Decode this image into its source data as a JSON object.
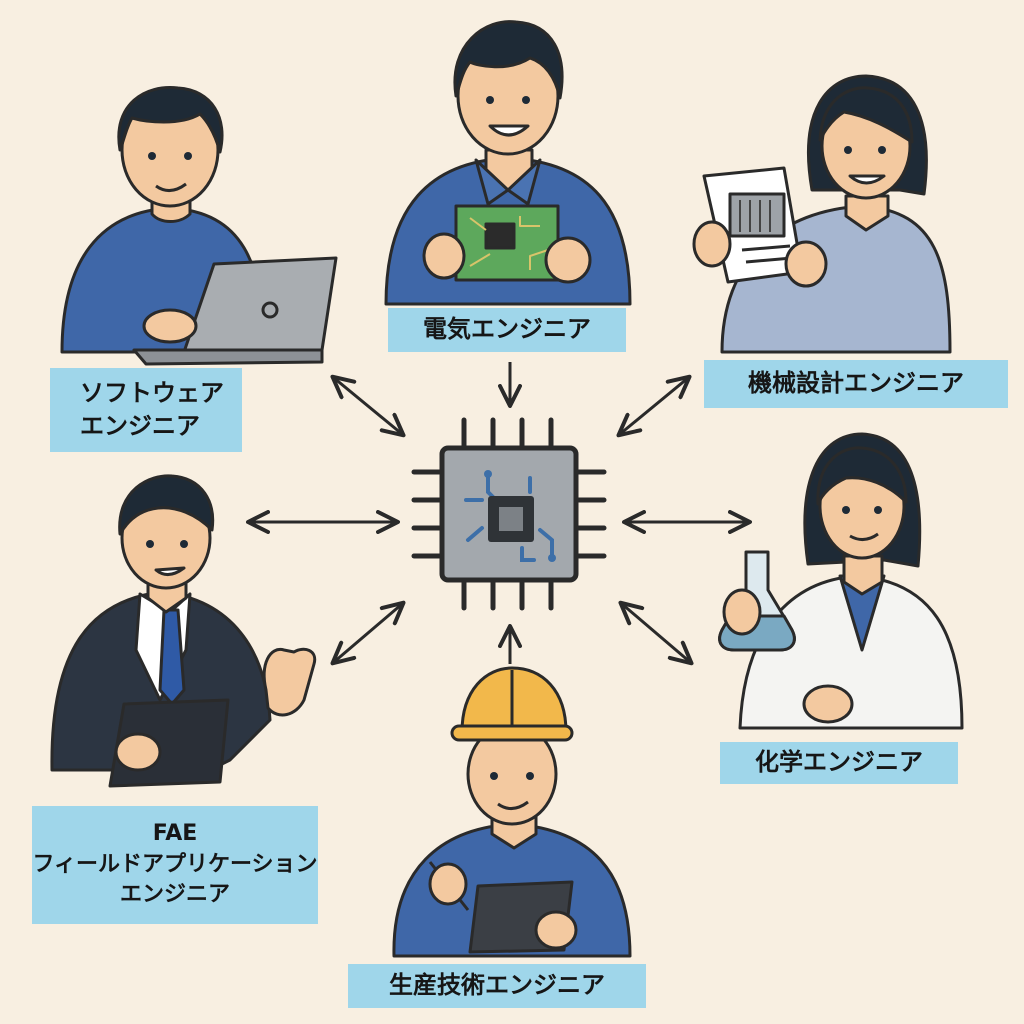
{
  "center": {
    "name": "chip"
  },
  "engineers": [
    {
      "id": "software",
      "lines": [
        "ソフトウェア",
        "エンジニア"
      ]
    },
    {
      "id": "electrical",
      "lines": [
        "電気エンジニア"
      ]
    },
    {
      "id": "mechanical",
      "lines": [
        "機械設計エンジニア"
      ]
    },
    {
      "id": "fae",
      "lines": [
        "FAE",
        "フィールドアプリケーション",
        "エンジニア"
      ]
    },
    {
      "id": "chemical",
      "lines": [
        "化学エンジニア"
      ]
    },
    {
      "id": "production",
      "lines": [
        "生産技術エンジニア"
      ]
    }
  ],
  "colors": {
    "background": "#f8efe1",
    "label": "#9fd6ea",
    "shirt_blue": "#3f67a8",
    "suit": "#2c3542",
    "chip": "#9ea3a8",
    "circuit_board": "#5da85c",
    "helmet": "#f2b84b"
  }
}
